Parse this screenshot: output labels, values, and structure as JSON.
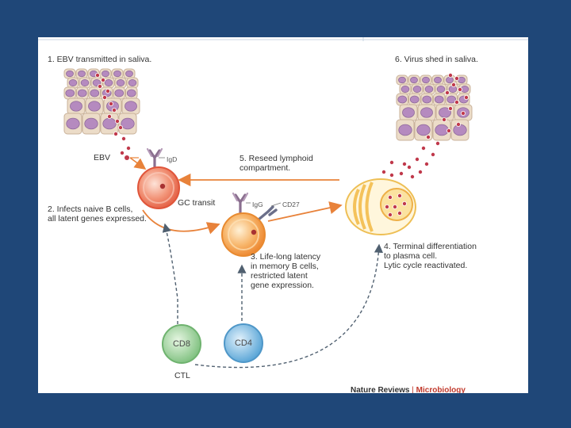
{
  "slide": {
    "background": "#1f4778",
    "panel": "#ffffff"
  },
  "figure": {
    "step1": "1. EBV transmitted in saliva.",
    "step6": "6. Virus shed in saliva.",
    "step5": "5. Reseed lymphoid\ncompartment.",
    "step2": "2. Infects naive B cells,\nall latent genes expressed.",
    "step3": "3. Life-long latency\nin memory B cells,\nrestricted latent\ngene expression.",
    "step4": "4. Terminal differentiation\nto plasma cell.\nLytic cycle reactivated.",
    "labels": {
      "ebv": "EBV",
      "igd": "IgD",
      "igg": "IgG",
      "cd27": "CD27",
      "gc_transit": "GC transit",
      "cd8": "CD8",
      "cd4": "CD4",
      "ctl": "CTL"
    },
    "credit": {
      "journal": "Nature Reviews",
      "separator": "|",
      "section": "Microbiology"
    },
    "colors": {
      "arrow": "#e8823a",
      "dashed": "#506070",
      "b_cell": "#e86b4c",
      "memory_cell": "#f19a3e",
      "plasma_cell": "#f5b93c",
      "cd8_cell": "#8cc88c",
      "cd4_cell": "#6ab0dc",
      "epithelium": "#e8d6c4",
      "nucleus": "#b58abf",
      "virus": "#c0394b",
      "receptor": "#8a6f8f"
    }
  }
}
